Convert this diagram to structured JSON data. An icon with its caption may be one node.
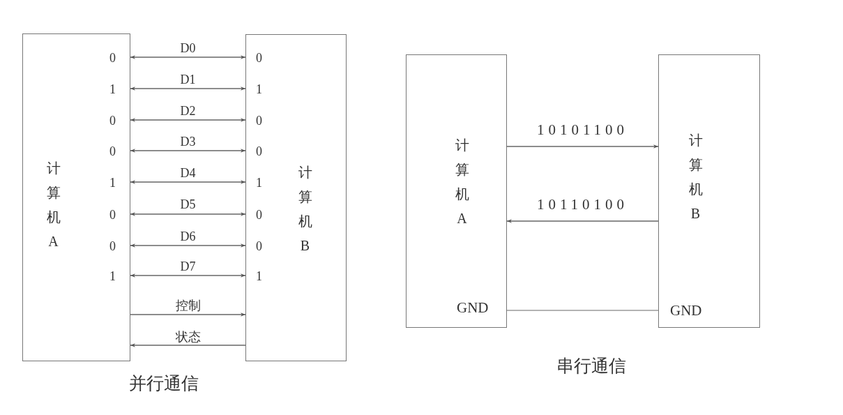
{
  "diagram": {
    "nodes": [
      {
        "text": [
          "计算机A",
          "0",
          "1",
          "0",
          "0",
          "1",
          "0",
          "0",
          "1"
        ]
      },
      {
        "text": [
          "计算机B",
          "0",
          "1",
          "0",
          "0",
          "1",
          "0",
          "0",
          "1"
        ]
      },
      {
        "text": [
          "计算机A",
          "GND"
        ]
      },
      {
        "text": [
          "计算机B",
          "GND"
        ]
      }
    ],
    "edges": [
      {
        "from": 0,
        "to": 1,
        "arrow": "both",
        "label": "D0"
      },
      {
        "from": 0,
        "to": 1,
        "arrow": "both",
        "label": "D1"
      },
      {
        "from": 0,
        "to": 1,
        "arrow": "both",
        "label": "D2"
      },
      {
        "from": 0,
        "to": 1,
        "arrow": "both",
        "label": "D3"
      },
      {
        "from": 0,
        "to": 1,
        "arrow": "both",
        "label": "D4"
      },
      {
        "from": 0,
        "to": 1,
        "arrow": "both",
        "label": "D5"
      },
      {
        "from": 0,
        "to": 1,
        "arrow": "both",
        "label": "D6"
      },
      {
        "from": 0,
        "to": 1,
        "arrow": "both",
        "label": "D7"
      },
      {
        "from": 0,
        "to": 1,
        "arrow": "to",
        "label": "控制"
      },
      {
        "from": 1,
        "to": 0,
        "arrow": "to",
        "label": "状态"
      },
      {
        "from": 2,
        "to": 3,
        "arrow": "to",
        "label": "10101100"
      },
      {
        "from": 3,
        "to": 2,
        "arrow": "to",
        "label": "10110100"
      },
      {
        "from": 2,
        "to": 3,
        "arrow": "none"
      }
    ],
    "labels": [
      "并行通信",
      "串行通信"
    ]
  }
}
